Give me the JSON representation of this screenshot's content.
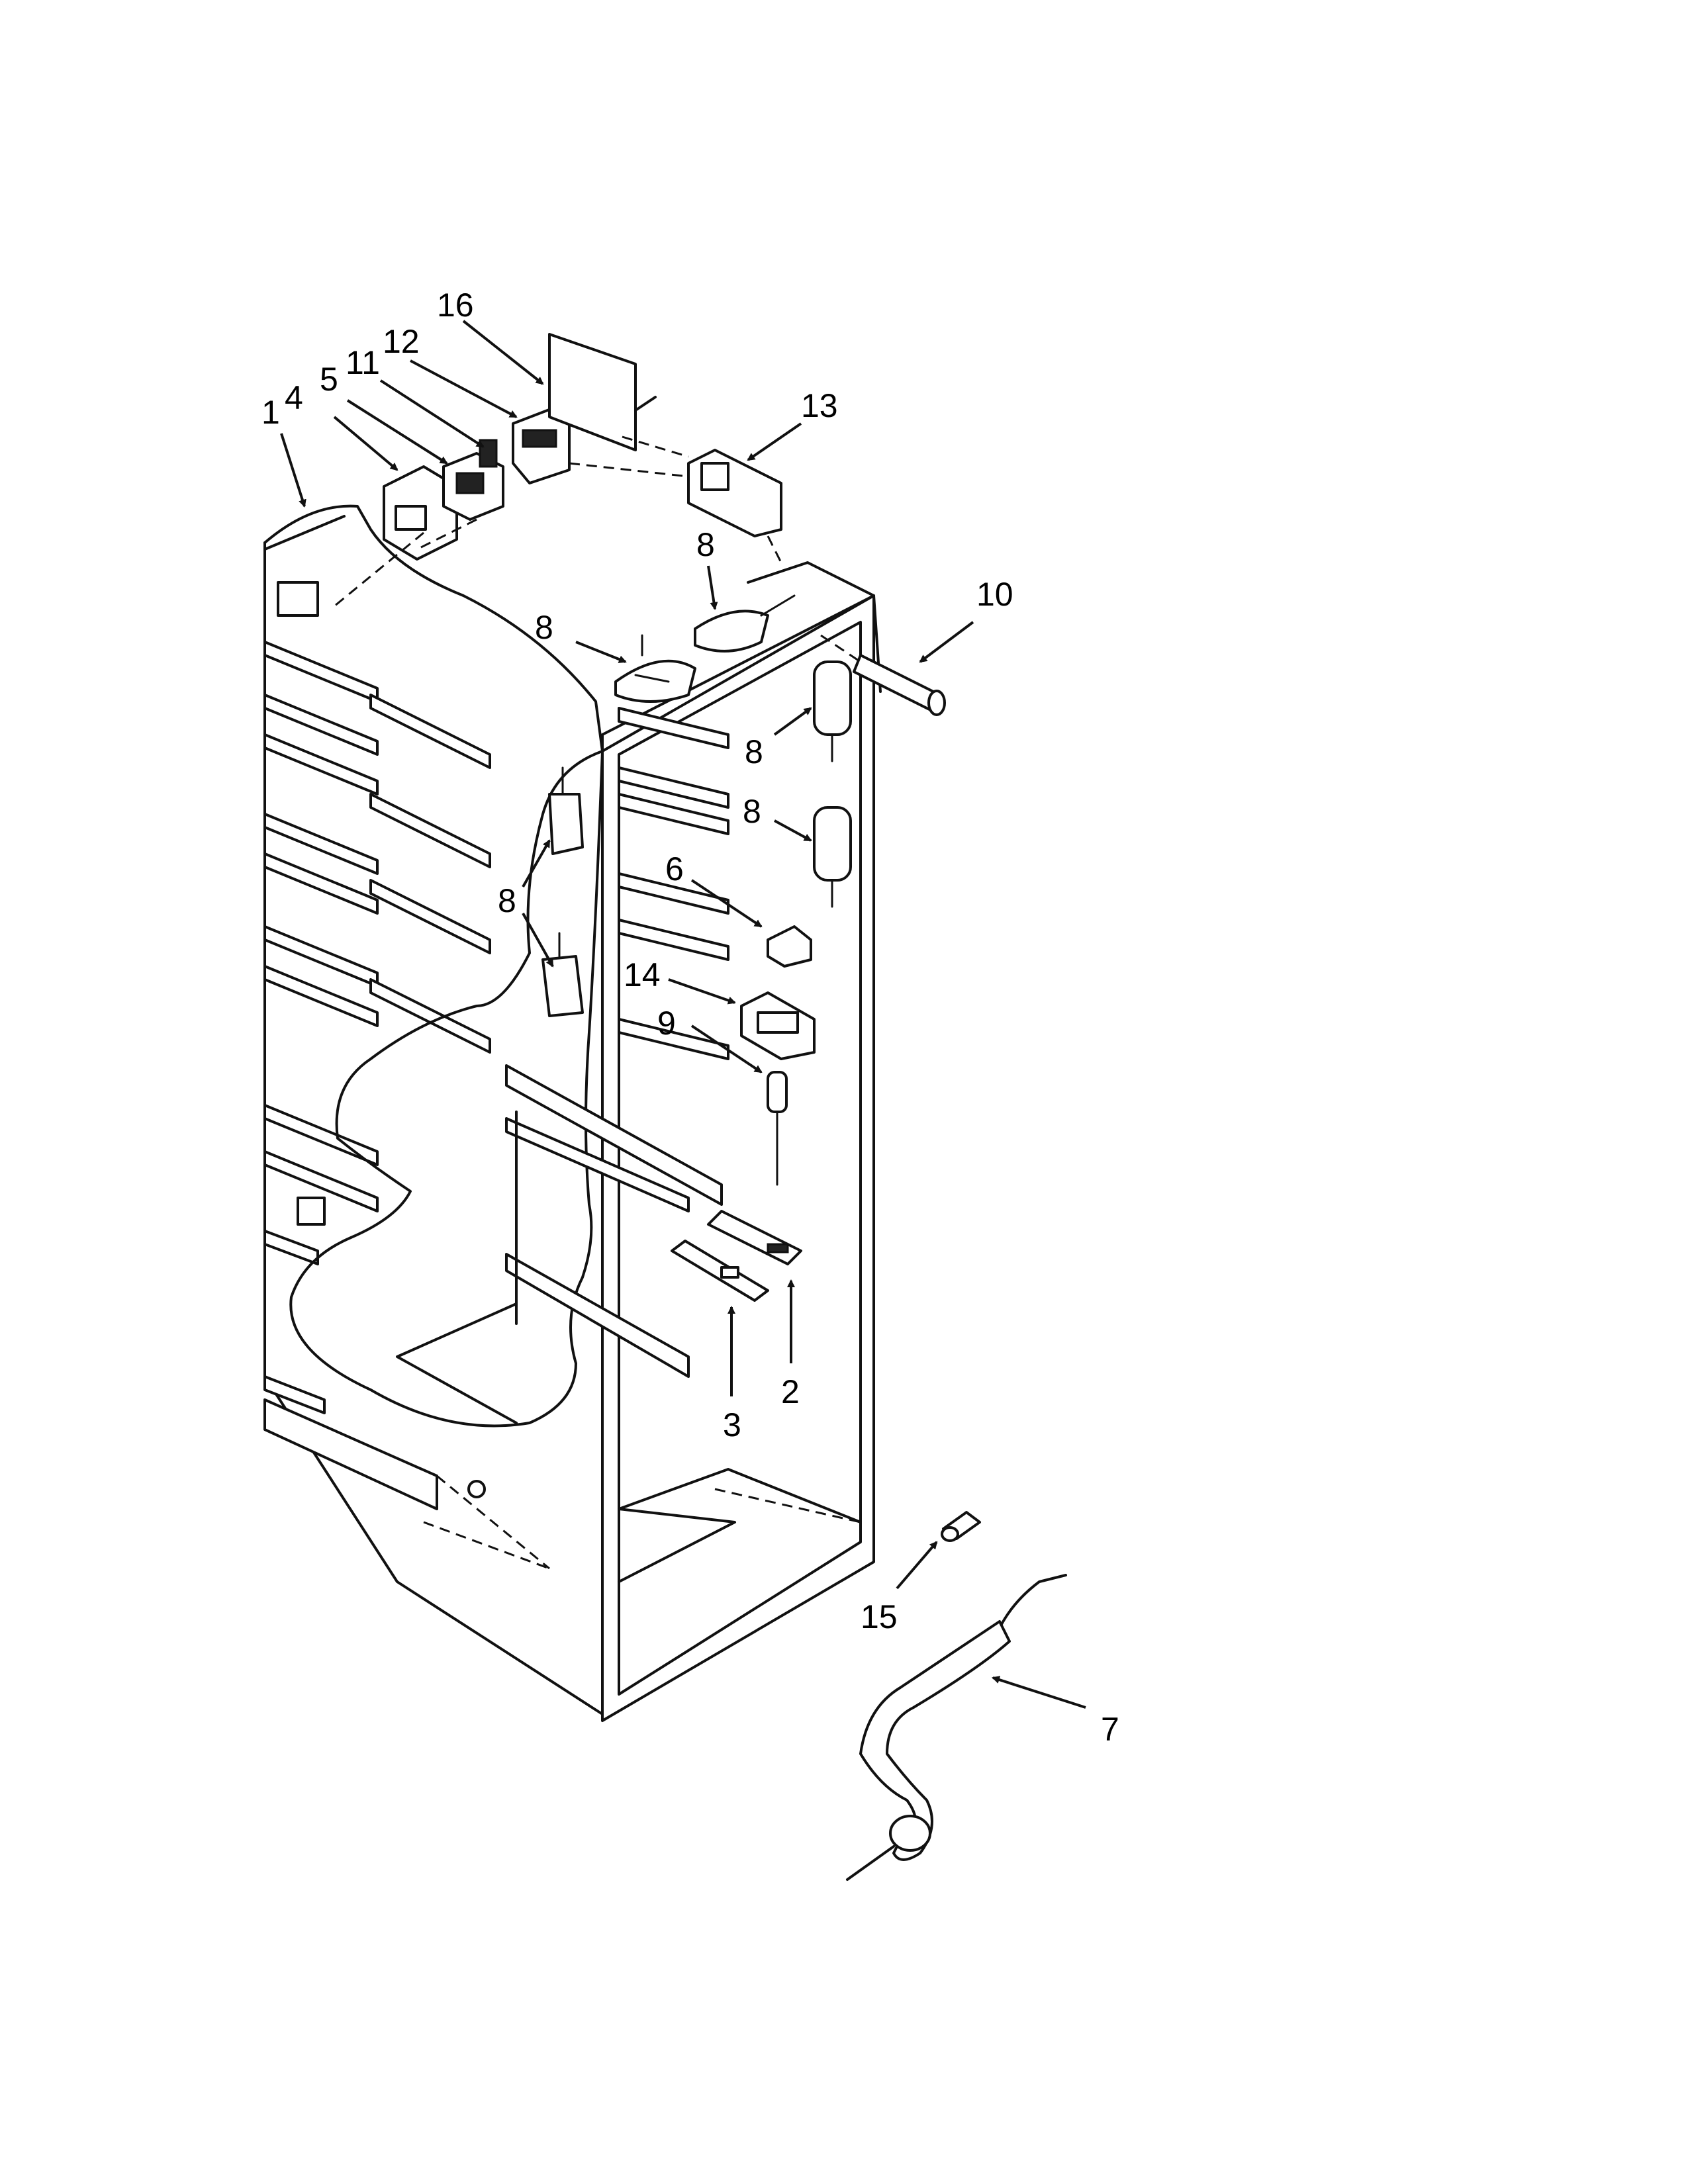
{
  "callouts": [
    {
      "id": "c1",
      "text": "1"
    },
    {
      "id": "c4",
      "text": "4"
    },
    {
      "id": "c5",
      "text": "5"
    },
    {
      "id": "c11",
      "text": "11"
    },
    {
      "id": "c12",
      "text": "12"
    },
    {
      "id": "c16",
      "text": "16"
    },
    {
      "id": "c13",
      "text": "13"
    },
    {
      "id": "c8a",
      "text": "8"
    },
    {
      "id": "c8b",
      "text": "8"
    },
    {
      "id": "c10",
      "text": "10"
    },
    {
      "id": "c8c",
      "text": "8"
    },
    {
      "id": "c8d",
      "text": "8"
    },
    {
      "id": "c8e",
      "text": "8"
    },
    {
      "id": "c6",
      "text": "6"
    },
    {
      "id": "c14",
      "text": "14"
    },
    {
      "id": "c9",
      "text": "9"
    },
    {
      "id": "c3",
      "text": "3"
    },
    {
      "id": "c2",
      "text": "2"
    },
    {
      "id": "c15",
      "text": "15"
    },
    {
      "id": "c7",
      "text": "7"
    }
  ]
}
